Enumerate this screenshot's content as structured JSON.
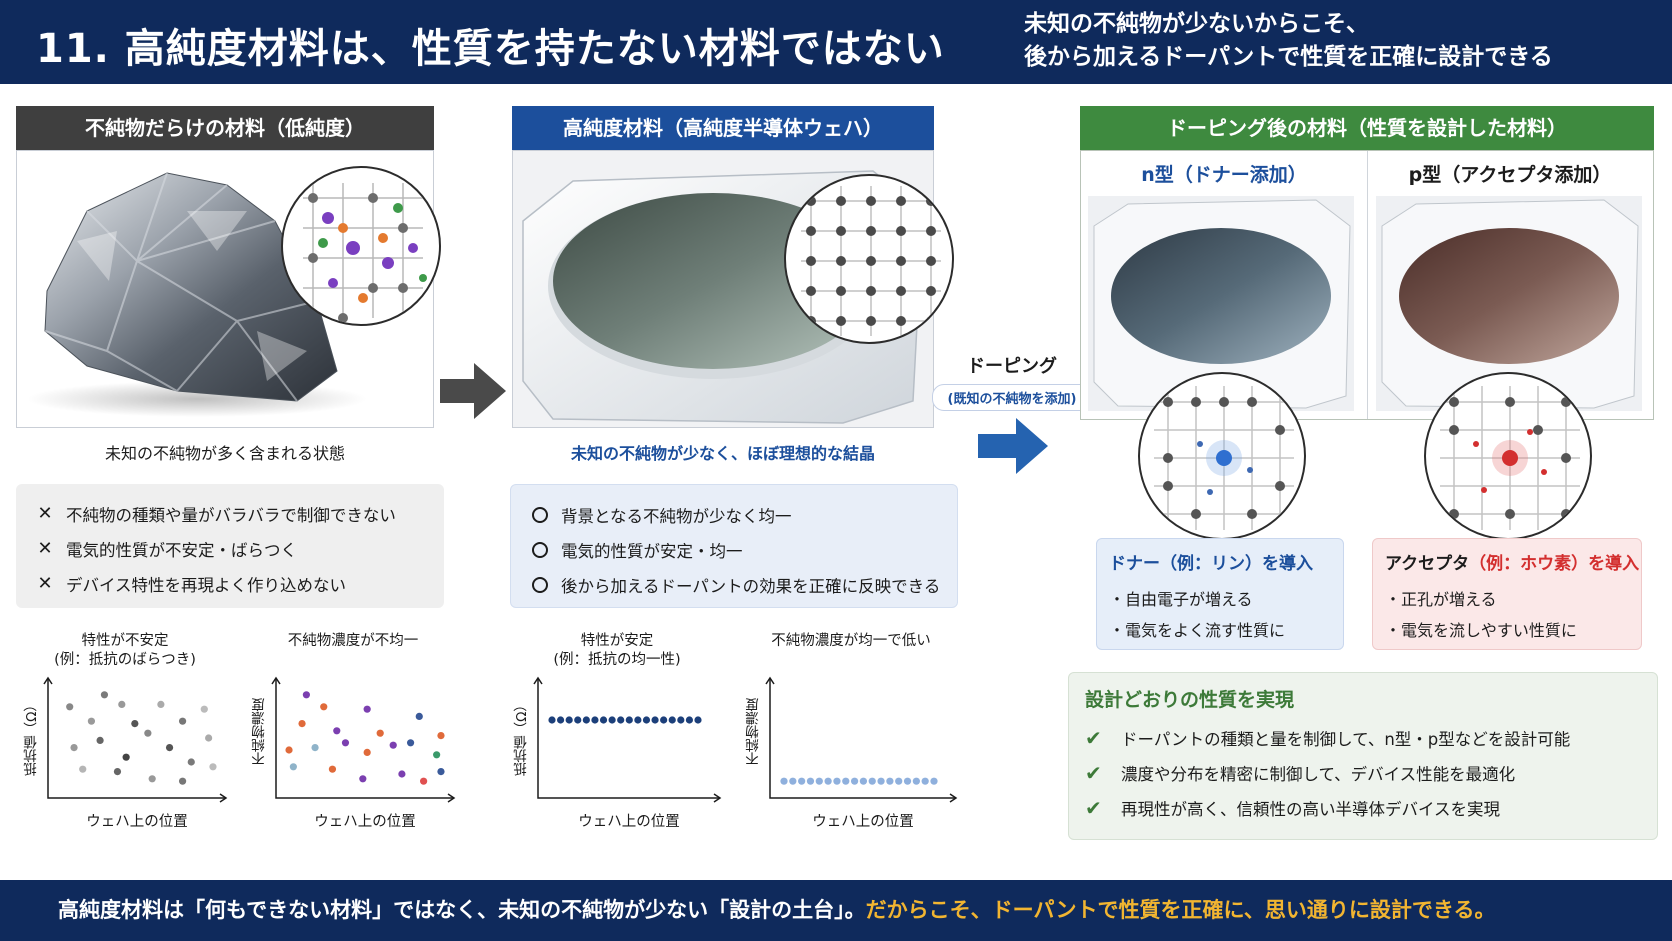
{
  "header": {
    "title": "11. 高純度材料は、性質を持たない材料ではない",
    "sub_line1": "未知の不純物が少ないからこそ、",
    "sub_line2": "後から加えるドーパントで性質を正確に設計できる"
  },
  "panel_impure": {
    "title": "不純物だらけの材料（低純度）",
    "caption": "未知の不純物が多く含まれる状態",
    "items": [
      "不純物の種類や量がバラバラで制御できない",
      "電気的性質が不安定・ばらつく",
      "デバイス特性を再現よく作り込めない"
    ],
    "mark": "✕"
  },
  "panel_pure": {
    "title": "高純度材料（高純度半導体ウェハ）",
    "caption": "未知の不純物が少なく、ほぼ理想的な結晶",
    "items": [
      "背景となる不純物が少なく均一",
      "電気的性質が安定・均一",
      "後から加えるドーパントの効果を正確に反映できる"
    ]
  },
  "arrow_doping": {
    "label": "ドーピング",
    "sublabel": "(既知の不純物を添加)"
  },
  "panel_doped": {
    "title": "ドーピング後の材料（性質を設計した材料）",
    "n_type": "n型（ドナー添加）",
    "p_type": "p型（アクセプタ添加）",
    "n_card": {
      "title_a": "ドナー（例：リン）",
      "title_b": "を導入",
      "items": [
        "・自由電子が増える",
        "・電気をよく流す性質に"
      ]
    },
    "p_card": {
      "title_a": "アクセプタ",
      "title_b": "（例：ホウ素）",
      "title_c": "を導入",
      "items": [
        "・正孔が増える",
        "・電気を流しやすい性質に"
      ]
    }
  },
  "summary": {
    "title": "設計どおりの性質を実現",
    "check": "✔",
    "items": [
      "ドーパントの種類と量を制御して、n型・p型などを設計可能",
      "濃度や分布を精密に制御して、デバイス性能を最適化",
      "再現性が高く、信頼性の高い半導体デバイスを実現"
    ]
  },
  "footer": {
    "main": "高純度材料は「何もできない材料」ではなく、未知の不純物が少ない「設計の土台」。",
    "highlight": "だからこそ、ドーパントで性質を正確に、思い通りに設計できる。"
  },
  "chart_data": [
    {
      "type": "scatter",
      "title": "特性が不安定\n(例：抵抗のばらつき)",
      "xlabel": "ウェハ上の位置",
      "ylabel": "抵抗値（Ω）",
      "ylim": [
        0,
        10
      ],
      "points": [
        [
          1,
          7.6
        ],
        [
          2,
          6.4
        ],
        [
          2.6,
          8.6
        ],
        [
          3.4,
          7.8
        ],
        [
          4,
          6.2
        ],
        [
          5.2,
          7.8
        ],
        [
          6.2,
          6.4
        ],
        [
          7.2,
          7.4
        ],
        [
          1.2,
          4.2
        ],
        [
          2.4,
          4.8
        ],
        [
          3.6,
          3.4
        ],
        [
          4.6,
          5.4
        ],
        [
          5.6,
          4.2
        ],
        [
          6.6,
          3.0
        ],
        [
          7.4,
          5.0
        ],
        [
          1.6,
          2.4
        ],
        [
          3.2,
          2.2
        ],
        [
          4.8,
          1.6
        ],
        [
          6.2,
          1.4
        ],
        [
          7.6,
          2.6
        ]
      ],
      "colors": [
        "#888888",
        "#9a9a9a",
        "#7a7a7a",
        "#999999",
        "#555555",
        "#aaaaaa",
        "#777777",
        "#bbbbbb",
        "#999999",
        "#666666",
        "#444444",
        "#888888",
        "#555555",
        "#7a7a7a",
        "#aaaaaa",
        "#b5b5b5",
        "#666666",
        "#999999",
        "#777777",
        "#bbbbbb"
      ]
    },
    {
      "type": "scatter",
      "title": "不純物濃度が不均一",
      "xlabel": "ウェハ上の位置",
      "ylabel": "不純物濃度",
      "ylim": [
        0,
        10
      ],
      "points": [
        [
          1.4,
          8.6
        ],
        [
          2.2,
          7.6
        ],
        [
          4.2,
          7.4
        ],
        [
          6.6,
          6.8
        ],
        [
          1.2,
          6.2
        ],
        [
          2.8,
          5.6
        ],
        [
          4.8,
          5.4
        ],
        [
          6.2,
          4.6
        ],
        [
          7.6,
          5.2
        ],
        [
          0.6,
          4.0
        ],
        [
          1.8,
          4.2
        ],
        [
          3.2,
          4.6
        ],
        [
          4.2,
          3.8
        ],
        [
          5.4,
          4.4
        ],
        [
          7.4,
          3.6
        ],
        [
          0.8,
          2.6
        ],
        [
          2.6,
          2.4
        ],
        [
          4.0,
          1.6
        ],
        [
          5.8,
          2.0
        ],
        [
          6.8,
          1.4
        ],
        [
          7.6,
          2.2
        ]
      ],
      "colors": [
        "#7b3fb0",
        "#e06a3a",
        "#7b3fb0",
        "#3a5a9a",
        "#e06a3a",
        "#7b3fb0",
        "#e06a3a",
        "#3a5a9a",
        "#e06a3a",
        "#e06a3a",
        "#8fb3c9",
        "#7b3fb0",
        "#e06a3a",
        "#7b3fb0",
        "#3a9a6a",
        "#8fb3c9",
        "#e06a3a",
        "#7b3fb0",
        "#7b3fb0",
        "#e05050",
        "#3a5a9a"
      ]
    },
    {
      "type": "scatter",
      "title": "特性が安定\n(例：抵抗の均一性)",
      "xlabel": "ウェハ上の位置",
      "ylabel": "抵抗値（Ω）",
      "ylim": [
        0,
        10
      ],
      "x": [
        1,
        2,
        3,
        4,
        5,
        6,
        7,
        8,
        9,
        10,
        11,
        12,
        13,
        14,
        15,
        16,
        17,
        18
      ],
      "values": [
        6.5,
        6.5,
        6.5,
        6.5,
        6.5,
        6.5,
        6.5,
        6.5,
        6.5,
        6.5,
        6.5,
        6.5,
        6.5,
        6.5,
        6.5,
        6.5,
        6.5,
        6.5
      ],
      "color": "#1c3f7a"
    },
    {
      "type": "scatter",
      "title": "不純物濃度が均一で低い",
      "xlabel": "ウェハ上の位置",
      "ylabel": "不純物濃度",
      "ylim": [
        0,
        10
      ],
      "x": [
        1,
        2,
        3,
        4,
        5,
        6,
        7,
        8,
        9,
        10,
        11,
        12,
        13,
        14,
        15,
        16,
        17,
        18
      ],
      "values": [
        1.4,
        1.4,
        1.4,
        1.4,
        1.4,
        1.4,
        1.4,
        1.4,
        1.4,
        1.4,
        1.4,
        1.4,
        1.4,
        1.4,
        1.4,
        1.4,
        1.4,
        1.4
      ],
      "color": "#8fb0dd"
    }
  ]
}
